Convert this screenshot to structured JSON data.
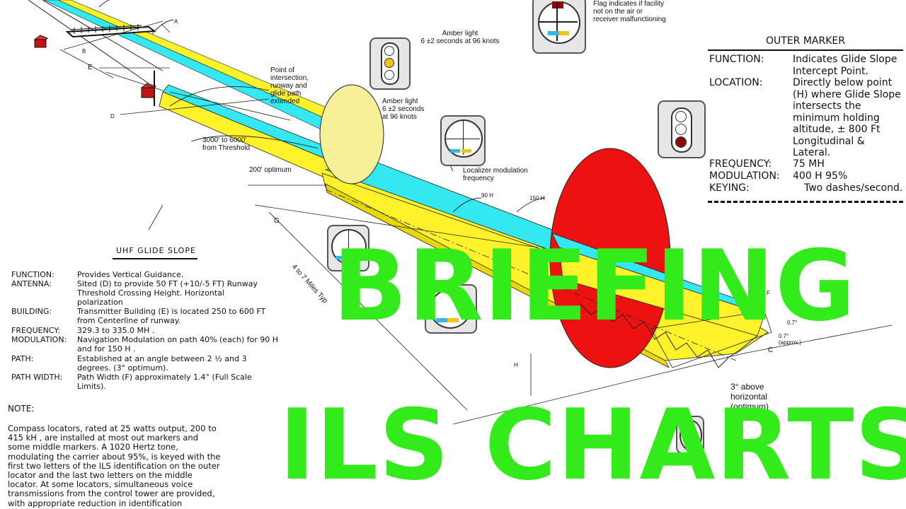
{
  "labels": {
    "A": "A",
    "B": "B",
    "C": "C",
    "D": "D",
    "E": "E",
    "F": "F",
    "G": "G",
    "H": "H"
  },
  "callouts": {
    "flag": "Flag indicates if facility not on the air or receiver malfunctioning",
    "amber1": "Amber light\n6 ±2 seconds at 96 knots",
    "amber2": "Amber light\n6 ±2 seconds\nat 96 knots",
    "intersection": "Point of\nintersection,\nrunway and\nglide path\nextended",
    "threshold": "3000' to 6000'\nfrom Threshold",
    "optimum200": "200' optimum",
    "localizer": "Localizer modulation\nfrequency",
    "hz90": "90 H",
    "hz150": "150 H",
    "miles": "4 to 7 Miles Typ",
    "deg1": "0.7°",
    "deg2": "0.7°\n(approx.)",
    "above": "3° above\nhorizontal\n(optimum)"
  },
  "outer_marker": {
    "title": "OUTER MARKER",
    "rows": [
      {
        "key": "FUNCTION:",
        "value": "Indicates Glide Slope Intercept Point."
      },
      {
        "key": "LOCATION:",
        "value": "Directly below point (H) where Glide Slope intersects the minimum holding altitude, ± 800 Ft Longitudinal & Lateral."
      },
      {
        "key": "FREQUENCY:",
        "value": "75 MH"
      },
      {
        "key": "MODULATION:",
        "value": "400 H  95%"
      },
      {
        "key": "KEYING:",
        "value": "Two dashes/second."
      }
    ]
  },
  "glide_slope": {
    "title": "UHF GLIDE SLOPE",
    "rows": [
      {
        "key": "FUNCTION:",
        "value": "Provides Vertical Guidance."
      },
      {
        "key": "ANTENNA:",
        "value": "Sited (D) to provide 50 FT (+10/-5 FT) Runway Threshold Crossing Height. Horizontal polarization"
      },
      {
        "key": "BUILDING:",
        "value": "Transmitter Building (E) is located 250 to 600 FT from Centerline of runway."
      },
      {
        "key": "FREQUENCY:",
        "value": "329.3 to 335.0 MH ."
      },
      {
        "key": "MODULATION:",
        "value": "Navigation Modulation on path 40% (each) for 90 H and for 150 H ."
      },
      {
        "key": "PATH:",
        "value": "Established at an angle between 2 ½ and 3 degrees. (3° optimum)."
      },
      {
        "key": "PATH WIDTH:",
        "value": "Path Width (F) approximately 1.4° (Full Scale Limits)."
      }
    ]
  },
  "note": {
    "title": "NOTE:",
    "text": "Compass locators, rated at 25 watts output, 200 to 415 kH , are installed at most out markers and some middle markers. A 1020 Hertz tone, modulating the carrier about 95%, is keyed with the first two letters of the ILS identification on the outer locator and the last two letters on the middle locator. At some locators, simultaneous voice transmissions from the control tower are provided, with appropriate reduction in identification"
  },
  "overlay": {
    "line1": "BRIEFING",
    "line2": "ILS CHARTS"
  },
  "colors": {
    "overlay": "#33ea1a",
    "cyan": "#33e8f0",
    "yellow": "#fff22a",
    "red": "#ee1111",
    "pale_yellow": "#f8f098",
    "dark_red": "#8b0a0a",
    "amber": "#f3c416"
  }
}
